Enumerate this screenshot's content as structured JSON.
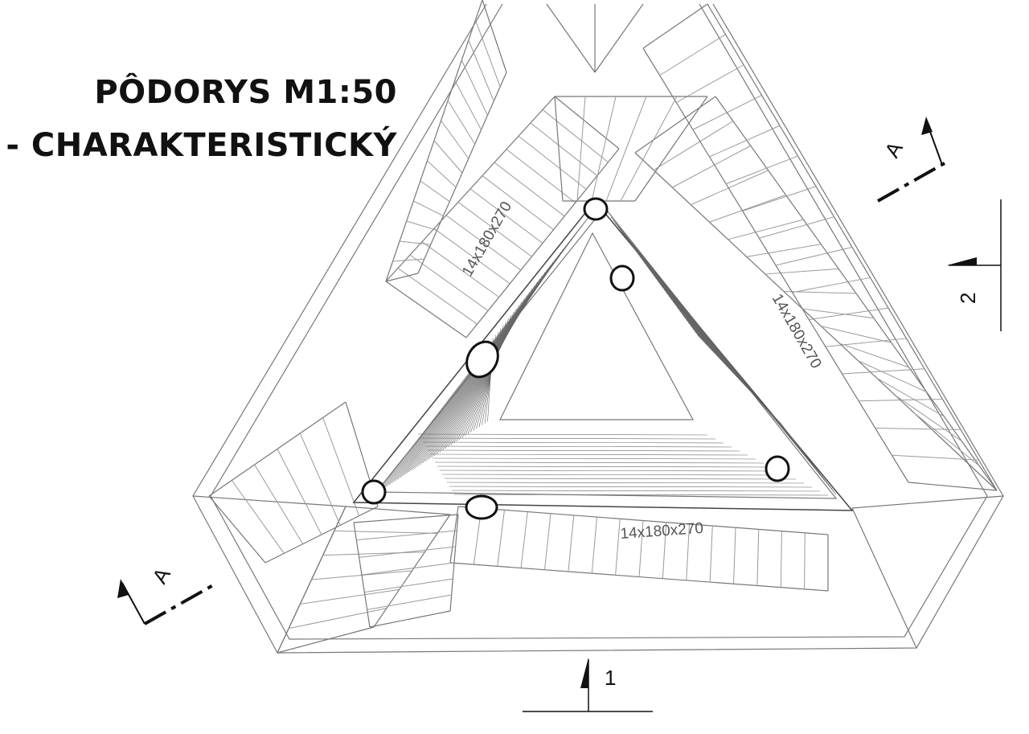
{
  "title": {
    "line1": "PÔDORYS M1:50",
    "line2": "- CHARAKTERISTICKÝ"
  },
  "stairs": [
    {
      "label": "14x180x270"
    },
    {
      "label": "14x180x270"
    },
    {
      "label": "14x180x270"
    }
  ],
  "sections": {
    "a_top": "A",
    "a_bottom": "A",
    "one": "1",
    "two": "2"
  }
}
